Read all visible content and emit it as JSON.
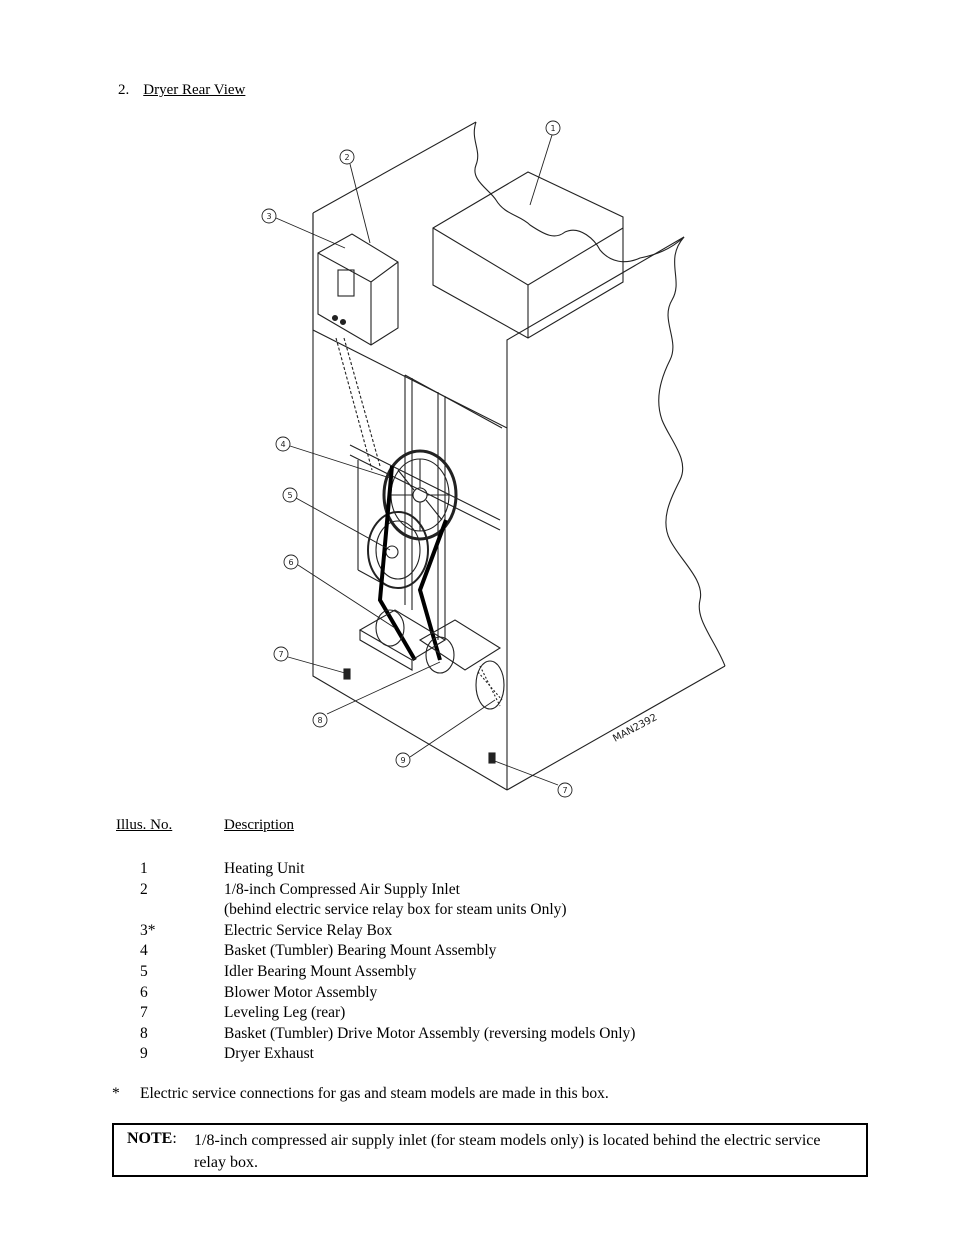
{
  "section": {
    "number": "2.",
    "title": "Dryer Rear View"
  },
  "figure": {
    "code": "MAN2392",
    "callouts": [
      "1",
      "2",
      "3",
      "4",
      "5",
      "6",
      "7",
      "8",
      "9",
      "7"
    ]
  },
  "legend": {
    "col_no": "Illus. No.",
    "col_desc": "Description",
    "rows": [
      {
        "no": "1",
        "desc": "Heating Unit"
      },
      {
        "no": "2",
        "desc": "1/8-inch Compressed Air Supply Inlet"
      },
      {
        "no": "",
        "desc": "(behind electric service relay box for steam units Only)"
      },
      {
        "no": "3*",
        "desc": "Electric Service Relay Box"
      },
      {
        "no": "4",
        "desc": "Basket (Tumbler) Bearing Mount Assembly"
      },
      {
        "no": "5",
        "desc": "Idler Bearing Mount Assembly"
      },
      {
        "no": "6",
        "desc": "Blower Motor Assembly"
      },
      {
        "no": "7",
        "desc": "Leveling Leg (rear)"
      },
      {
        "no": "8",
        "desc": "Basket (Tumbler) Drive Motor Assembly (reversing models Only)"
      },
      {
        "no": "9",
        "desc": "Dryer Exhaust"
      }
    ]
  },
  "footnote": {
    "mark": "*",
    "text": "Electric service connections for gas and steam models are made in this box."
  },
  "note": {
    "label": "NOTE",
    "text": "1/8-inch compressed air supply inlet (for steam models only) is located behind the electric service relay box."
  }
}
